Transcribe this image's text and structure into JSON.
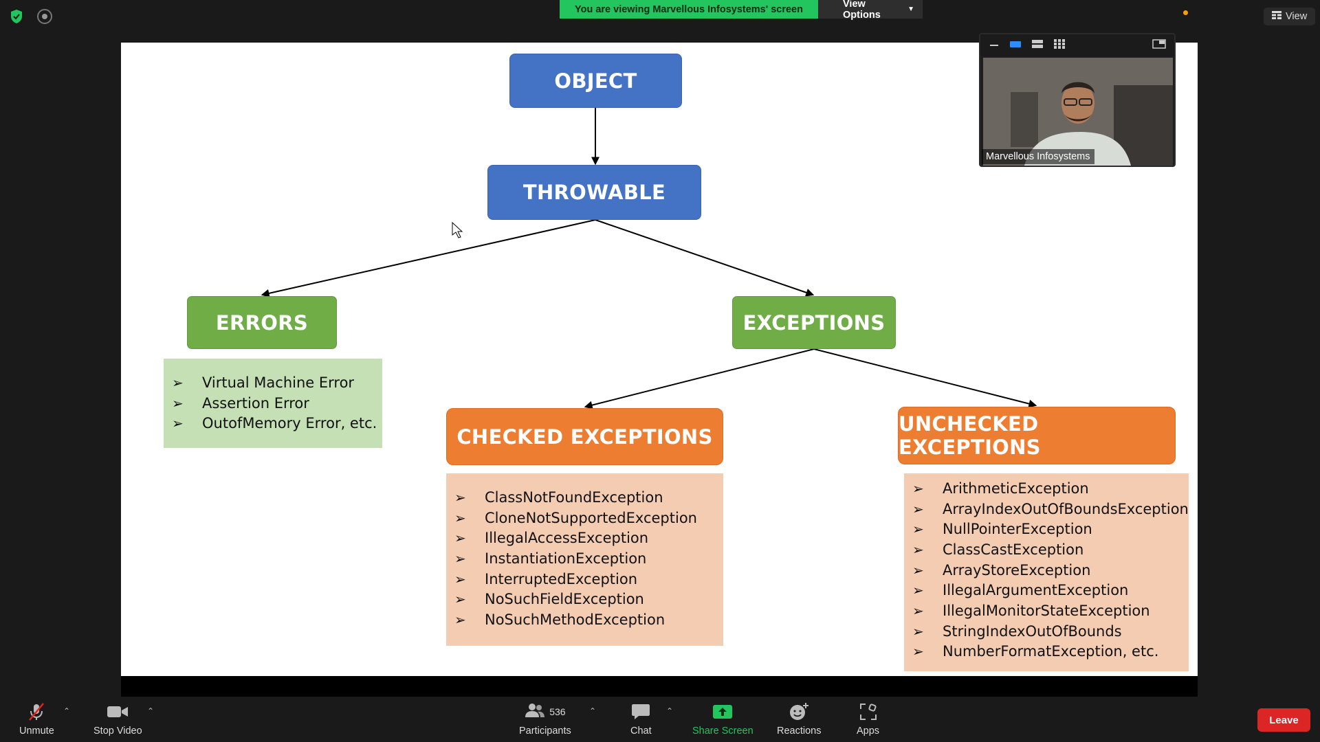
{
  "banner": {
    "message": "You are viewing Marvellous Infosystems' screen",
    "view_options": "View Options"
  },
  "top_right": {
    "view_label": "View"
  },
  "slide": {
    "root": "OBJECT",
    "throwable": "THROWABLE",
    "errors": "ERRORS",
    "exceptions": "EXCEPTIONS",
    "checked": "CHECKED EXCEPTIONS",
    "unchecked": "UNCHECKED EXCEPTIONS",
    "errors_list": [
      "Virtual Machine Error",
      "Assertion Error",
      "OutofMemory Error, etc."
    ],
    "checked_list": [
      "ClassNotFoundException",
      "CloneNotSupportedException",
      "IllegalAccessException",
      "InstantiationException",
      "InterruptedException",
      "NoSuchFieldException",
      "NoSuchMethodException"
    ],
    "unchecked_list": [
      "ArithmeticException",
      "ArrayIndexOutOfBoundsException",
      "NullPointerException",
      "ClassCastException",
      "ArrayStoreException",
      "IllegalArgumentException",
      "IllegalMonitorStateException",
      "StringIndexOutOfBounds",
      "NumberFormatException, etc."
    ],
    "colors": {
      "blue": "#4472c4",
      "green": "#70ad47",
      "orange": "#ed7d31",
      "green_list": "#c5e0b4",
      "orange_list": "#f4ccb2"
    }
  },
  "self_view": {
    "name": "Marvellous Infosystems"
  },
  "toolbar": {
    "unmute": "Unmute",
    "stop_video": "Stop Video",
    "participants": "Participants",
    "participant_count": "536",
    "chat": "Chat",
    "share_screen": "Share Screen",
    "reactions": "Reactions",
    "apps": "Apps",
    "leave": "Leave"
  }
}
